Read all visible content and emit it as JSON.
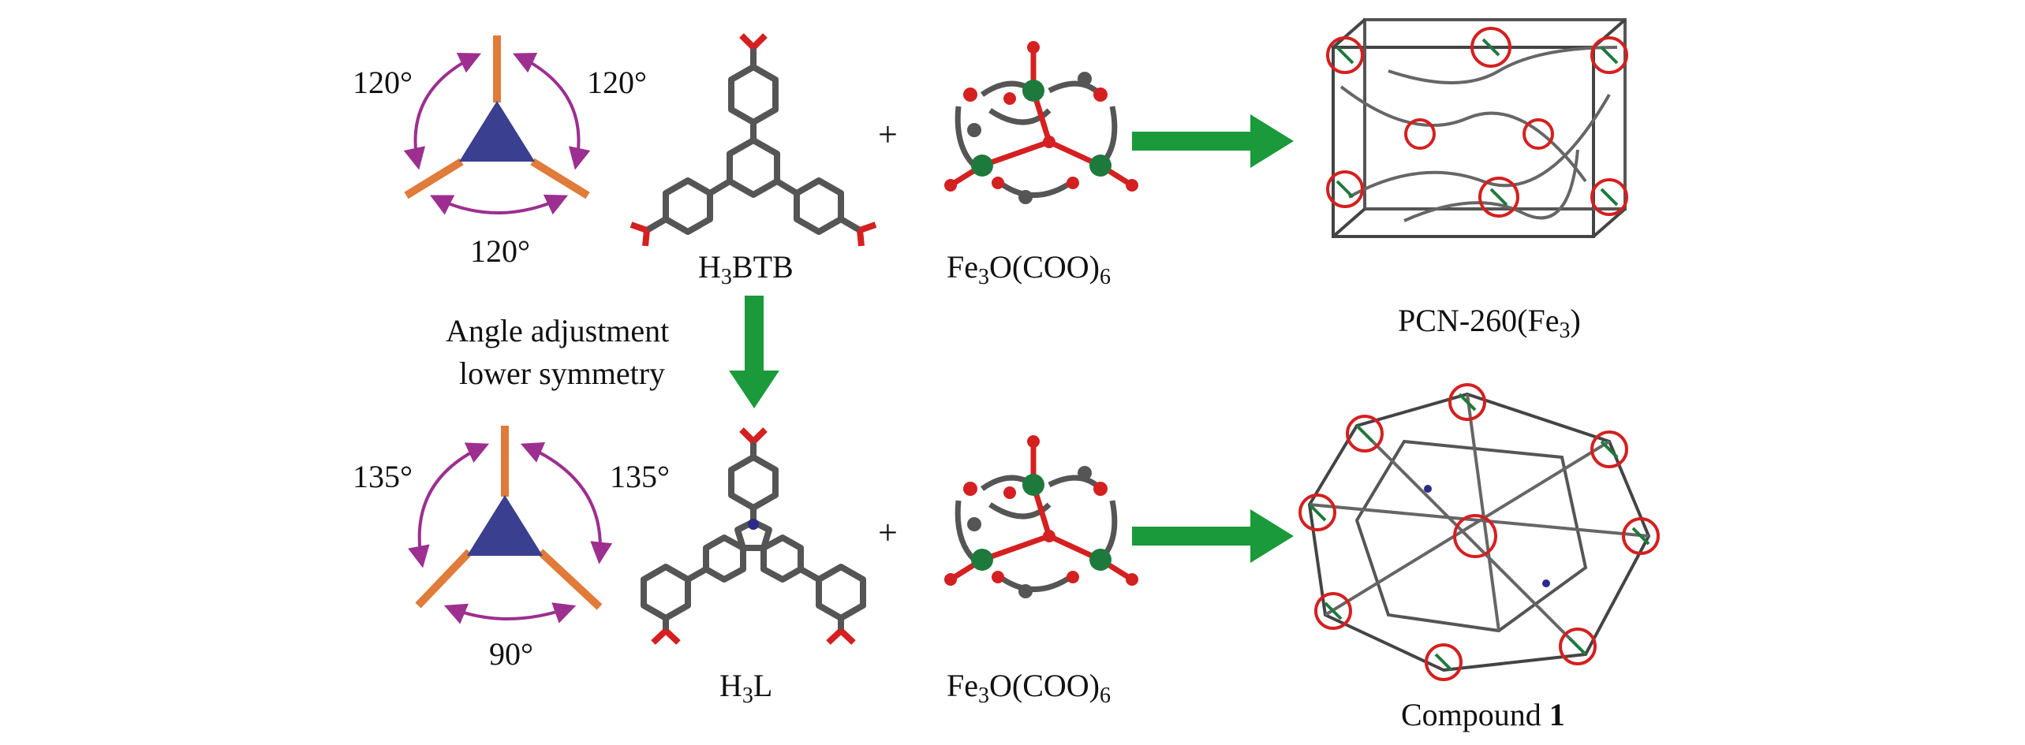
{
  "top_row": {
    "angle_left": "120°",
    "angle_right": "120°",
    "angle_bottom": "120°",
    "linker_name_main": "H",
    "linker_name_sub": "3",
    "linker_name_rest": "BTB",
    "plus": "+",
    "cluster_prefix": "Fe",
    "cluster_sub1": "3",
    "cluster_mid": "O(COO)",
    "cluster_sub2": "6",
    "product_prefix": "PCN-260(Fe",
    "product_sub": "3",
    "product_suffix": ")"
  },
  "middle": {
    "annotation_line1": "Angle adjustment",
    "annotation_line2": "lower symmetry"
  },
  "bottom_row": {
    "angle_left": "135°",
    "angle_right": "135°",
    "angle_bottom": "90°",
    "linker_name_main": "H",
    "linker_name_sub": "3",
    "linker_name_rest": "L",
    "plus": "+",
    "cluster_prefix": "Fe",
    "cluster_sub1": "3",
    "cluster_mid": "O(COO)",
    "cluster_sub2": "6",
    "product_prefix": "Compound ",
    "product_bold": "1"
  },
  "colors": {
    "triangle": "#3b3f8f",
    "arm": "#e07b3a",
    "angle_arrow": "#9c2f8f",
    "process_arrow": "#1a9a3a",
    "carbon": "#555555",
    "oxygen": "#d42020",
    "iron": "#1e7a3c",
    "nitrogen": "#2a2a8a"
  }
}
